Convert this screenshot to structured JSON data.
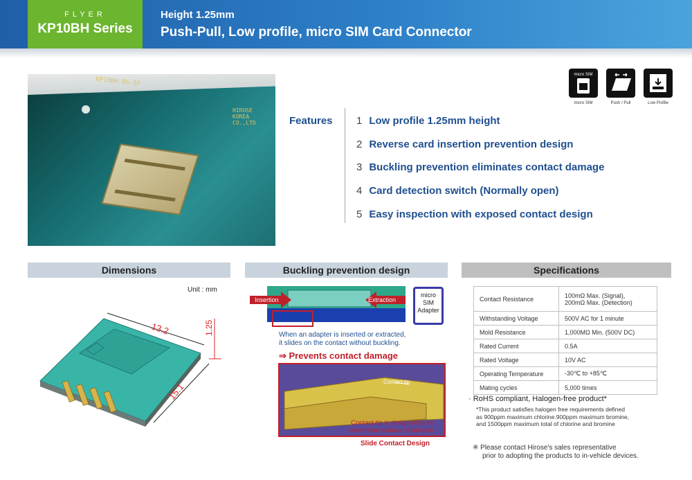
{
  "header": {
    "flyer": "FLYER",
    "series": "KP10BH Series",
    "height": "Height 1.25mm",
    "title": "Push-Pull, Low profile, micro SIM Card Connector"
  },
  "photo": {
    "silk_part": "KP10BH-8S-SF",
    "silk_maker": [
      "HIROSE",
      "KOREA",
      "CO.,LTD"
    ]
  },
  "icons": [
    {
      "name": "micro-sim-icon",
      "caption": "micro SIM",
      "label": "micro SIM"
    },
    {
      "name": "push-pull-icon",
      "caption": "Push / Pull",
      "label": ""
    },
    {
      "name": "low-profile-icon",
      "caption": "Low Profile",
      "label": ""
    }
  ],
  "features": {
    "label": "Features",
    "items": [
      {
        "num": "1",
        "text": "Low profile 1.25mm height"
      },
      {
        "num": "2",
        "text": "Reverse card insertion prevention design"
      },
      {
        "num": "3",
        "text": "Buckling prevention eliminates contact damage"
      },
      {
        "num": "4",
        "text": "Card detection switch (Normally open)"
      },
      {
        "num": "5",
        "text": "Easy inspection with exposed contact design"
      }
    ]
  },
  "dimensions": {
    "title": "Dimensions",
    "unit": "Unit : mm",
    "width": "13.2",
    "depth": "15.1",
    "height": "1.25"
  },
  "buckling": {
    "title": "Buckling prevention design",
    "insertion": "Insertion",
    "extraction": "Extraction",
    "adapter": [
      "micro",
      "SIM",
      "Adapter"
    ],
    "desc1": "When an adapter is inserted or extracted,",
    "desc2": "it slides on the contact  without buckling.",
    "prevents": "⇒ Prevents contact damage",
    "contact_tip": "Contact tip",
    "tip_note1": "Contact tip is designed to be",
    "tip_note2": "lower than surface of adapter",
    "slide": "Slide Contact Design"
  },
  "specifications": {
    "title": "Specifications",
    "rows": [
      {
        "key": "Contact Resistance",
        "value": "100mΩ Max. (Signal),\n200mΩ Max. (Detection)"
      },
      {
        "key": "Withstanding Voltage",
        "value": "500V AC for 1 minute"
      },
      {
        "key": "Mold Resistance",
        "value": "1,000MΩ Min. (500V DC)"
      },
      {
        "key": "Rated Current",
        "value": "0.5A"
      },
      {
        "key": "Rated Voltage",
        "value": "10V AC"
      },
      {
        "key": "Operating Temperature",
        "value": "-30℃ to +85℃"
      },
      {
        "key": "Mating cycles",
        "value": "5,000 times"
      }
    ],
    "rohs": "· RoHS compliant, Halogen-free product*",
    "note": [
      "*This product satisfies halogen free requirements defined",
      "as 900ppm maximum chlorine.900ppm maximum bromine,",
      "and 1500ppm maximum total of chlorine and bromine"
    ],
    "contact": [
      "※ Please contact Hirose's sales representative",
      "prior to adopting the products to in-vehicle devices."
    ]
  }
}
